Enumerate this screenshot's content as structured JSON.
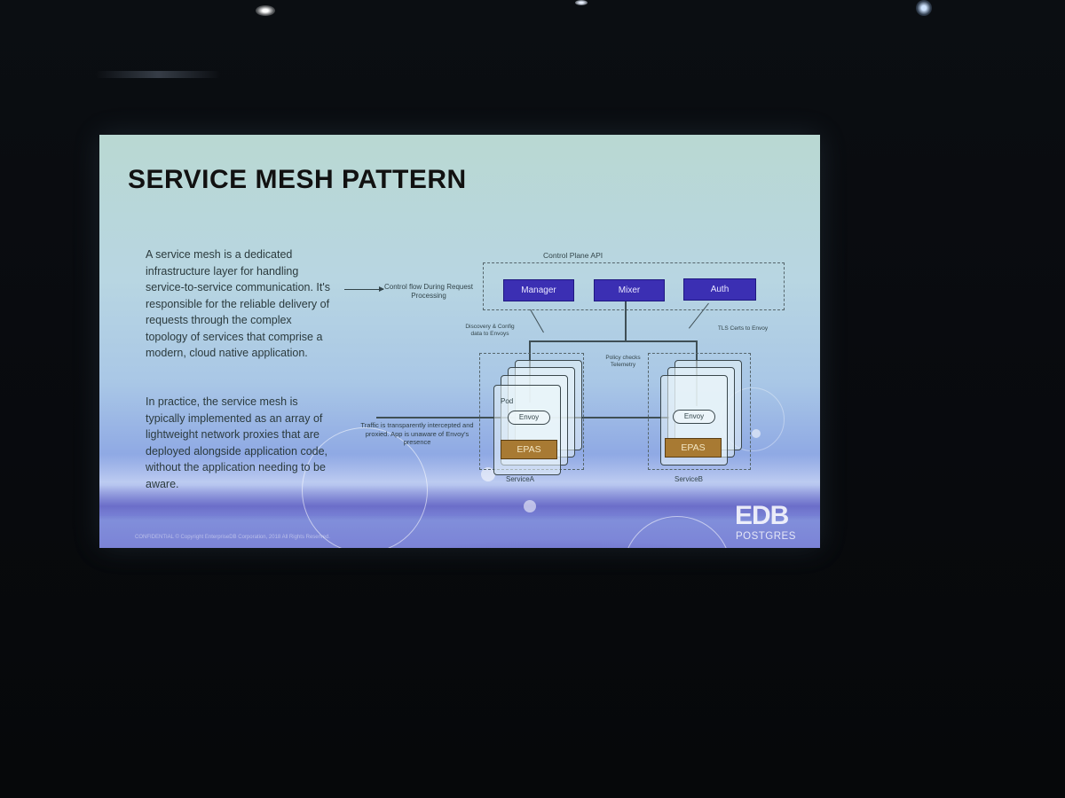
{
  "slide": {
    "title": "SERVICE MESH PATTERN",
    "paragraphs": [
      "A service mesh is a dedicated infrastructure layer for handling service-to-service communication. It's responsible for the reliable delivery of requests through the complex topology of services that comprise a modern, cloud native application.",
      "In practice, the service mesh is typically implemented as an array of lightweight network proxies that are deployed alongside application code, without the application needing to be aware."
    ],
    "diagram": {
      "control_flow_label": "Control flow During Request Processing",
      "control_plane_label": "Control Plane API",
      "components": [
        "Manager",
        "Mixer",
        "Auth"
      ],
      "discovery_label": "Discovery & Config data to Envoys",
      "tls_label": "TLS Certs to Envoy",
      "policy_label": "Policy checks Telemetry",
      "traffic_label": "Traffic is transparently intercepted and proxied. App is unaware of Envoy's presence",
      "pod_label": "Pod",
      "proxy_label": "Envoy",
      "app_label": "EPAS",
      "service_a": "ServiceA",
      "service_b": "ServiceB"
    },
    "logo": {
      "main": "EDB",
      "sub": "POSTGRES"
    },
    "footer": "CONFIDENTIAL © Copyright EnterpriseDB Corporation, 2018 All Rights Reserved."
  },
  "colors": {
    "button": "#3b2fb3",
    "epas": "#a87a33",
    "title": "#111111"
  }
}
